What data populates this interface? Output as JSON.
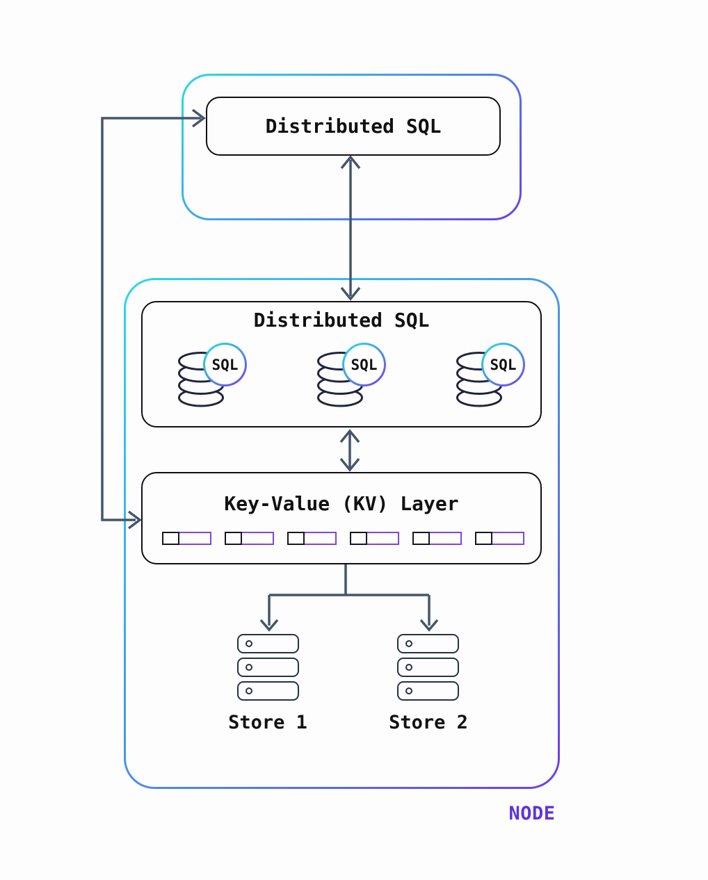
{
  "gateway": {
    "title": "Distributed SQL"
  },
  "node": {
    "label": "NODE",
    "sql_layer": {
      "title": "Distributed SQL",
      "databases": [
        {
          "badge": "SQL"
        },
        {
          "badge": "SQL"
        },
        {
          "badge": "SQL"
        }
      ]
    },
    "kv_layer": {
      "title": "Key-Value (KV) Layer",
      "pairs": 6
    },
    "stores": [
      {
        "label": "Store 1"
      },
      {
        "label": "Store 2"
      }
    ]
  },
  "colors": {
    "gradient_start": "#2bd9e6",
    "gradient_mid": "#4b8fe8",
    "gradient_end": "#6b3eea",
    "arrow": "#44566b",
    "box_border": "#0f0f14",
    "kv_value_border": "#7448ee",
    "db_stroke": "#20243c",
    "server_stroke": "#253049",
    "node_label": "#5c33e6"
  }
}
